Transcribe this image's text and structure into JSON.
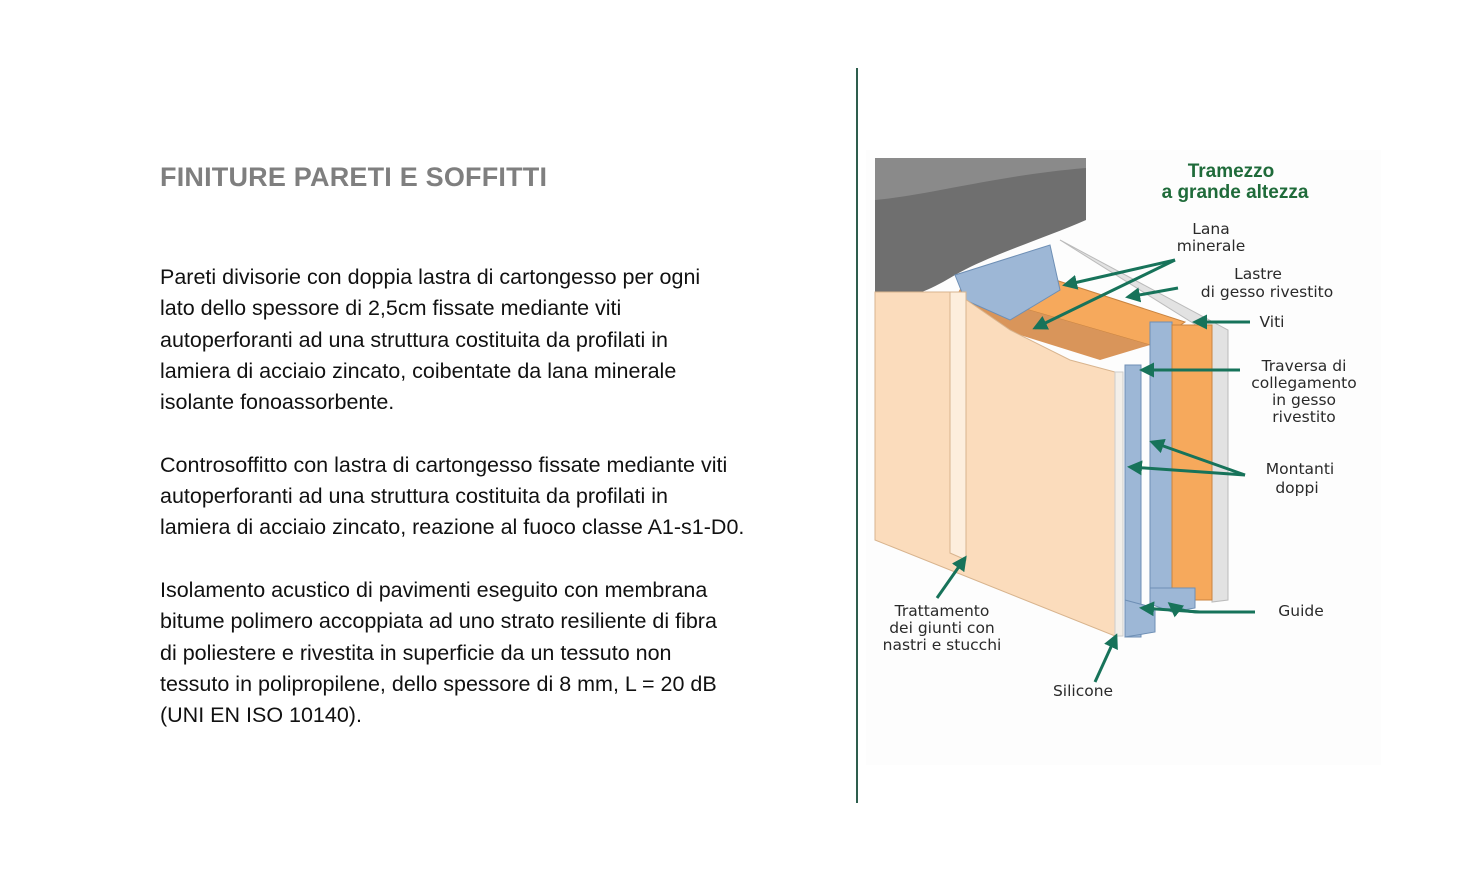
{
  "title": "FINITURE PARETI E SOFFITTI",
  "paragraphs": [
    {
      "lines": [
        "Pareti divisorie con doppia lastra di cartongesso per ogni",
        "lato dello spessore di 2,5cm fissate mediante viti",
        "autoperforanti ad una struttura costituita da profilati in",
        "lamiera di acciaio zincato, coibentate da lana minerale",
        "isolante fonoassorbente."
      ]
    },
    {
      "lines": [
        "Controsoffitto con lastra di cartongesso fissate mediante viti",
        "autoperforanti ad una struttura costituita da profilati in",
        "lamiera di acciaio zincato, reazione al fuoco classe A1-s1-D0."
      ]
    },
    {
      "lines": [
        "Isolamento acustico di pavimenti eseguito con membrana",
        "bitume polimero accoppiata ad uno strato resiliente di fibra",
        "di poliestere e rivestita in superficie da un tessuto non",
        "tessuto in polipropilene, dello spessore di 8 mm, L = 20 dB",
        "(UNI EN ISO 10140)."
      ]
    }
  ],
  "diagram": {
    "title": [
      "Tramezzo",
      "a grande altezza"
    ],
    "labels": {
      "lana": [
        "Lana",
        "minerale"
      ],
      "lastre": [
        "Lastre",
        "di gesso rivestito"
      ],
      "viti": "Viti",
      "traversa": [
        "Traversa di",
        "collegamento",
        "in gesso",
        "rivestito"
      ],
      "montanti": [
        "Montanti",
        "doppi"
      ],
      "guide": "Guide",
      "trattamento": [
        "Trattamento",
        "dei giunti con",
        "nastri e stucchi"
      ],
      "silicone": "Silicone"
    },
    "colors": {
      "arrow": "#17735a",
      "title": "#1f6b3a",
      "board": "#fbdcbc",
      "stud": "#9db7d6",
      "wool": "#f6a95c",
      "slab": "#6f6f6f"
    }
  }
}
